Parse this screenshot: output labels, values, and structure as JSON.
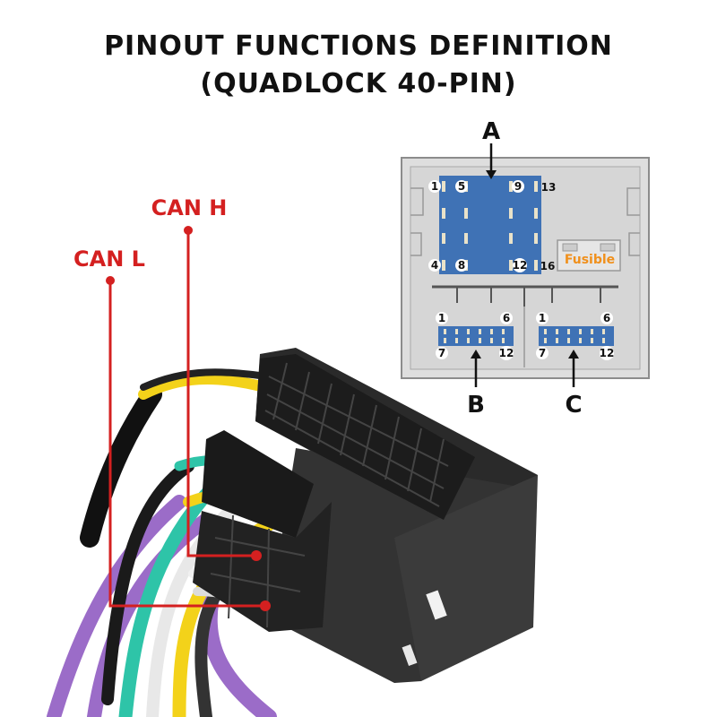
{
  "title_line1": "PINOUT FUNCTIONS DEFINITION",
  "title_line2": "(QUADLOCK 40-PIN)",
  "callouts": {
    "can_h": "CAN H",
    "can_l": "CAN L"
  },
  "block_a": {
    "label": "A",
    "pin_1": "1",
    "pin_5": "5",
    "pin_9": "9",
    "pin_13": "13",
    "pin_4": "4",
    "pin_8": "8",
    "pin_12": "12",
    "pin_16": "16",
    "fuse_label": "Fusible"
  },
  "block_b": {
    "label": "B",
    "pin_1": "1",
    "pin_6": "6",
    "pin_7": "7",
    "pin_12": "12"
  },
  "block_c": {
    "label": "C",
    "pin_1": "1",
    "pin_6": "6",
    "pin_7": "7",
    "pin_12": "12"
  },
  "colors": {
    "callout_red": "#d42020",
    "block_blue": "#3f72b5",
    "fuse_orange": "#f0901c",
    "wire_purple": "#9b6cc8",
    "wire_teal": "#2ec4a8",
    "wire_yellow": "#f3d21a"
  }
}
